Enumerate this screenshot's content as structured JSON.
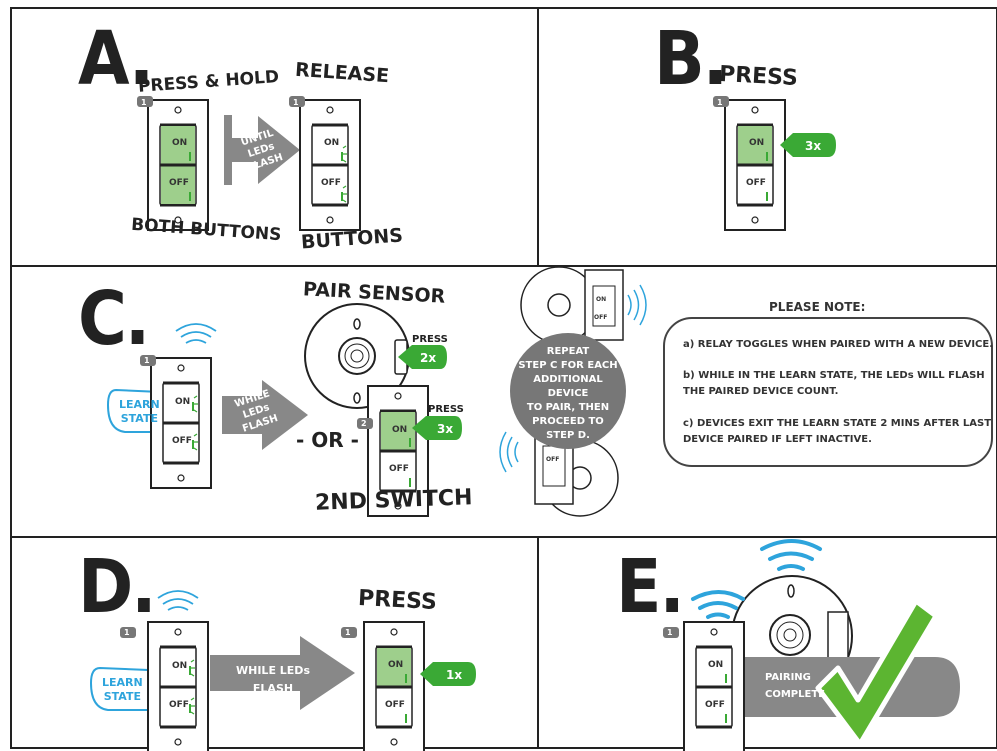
{
  "steps": {
    "a": {
      "letter": "A.",
      "top_label": "PRESS & HOLD",
      "bottom_label": "BOTH BUTTONS",
      "arrow_text": [
        "UNTIL",
        "LEDs",
        "FLASH"
      ],
      "release_top": "RELEASE",
      "release_bottom": "BUTTONS",
      "badge": "1"
    },
    "b": {
      "letter": "B.",
      "top_label": "PRESS",
      "press_count": "3x",
      "badge": "1"
    },
    "c": {
      "letter": "C.",
      "learn": [
        "LEARN",
        "STATE"
      ],
      "arrow_text": [
        "WHILE",
        "LEDs",
        "FLASH"
      ],
      "pair_sensor": "PAIR SENSOR",
      "press": "PRESS",
      "sensor_count": "2x",
      "or": "- OR -",
      "switch_count": "3x",
      "second_switch": "2ND SWITCH",
      "badge1": "1",
      "badge2": "2",
      "repeat_text": [
        "REPEAT",
        "STEP C FOR EACH",
        "ADDITIONAL DEVICE",
        "TO PAIR, THEN",
        "PROCEED TO",
        "STEP D."
      ]
    },
    "d": {
      "letter": "D.",
      "learn": [
        "LEARN",
        "STATE"
      ],
      "arrow_text": [
        "WHILE LEDs",
        "FLASH"
      ],
      "top_label": "PRESS",
      "press_count": "1x",
      "badge": "1"
    },
    "e": {
      "letter": "E.",
      "banner": [
        "PAIRING",
        "COMPLETE"
      ],
      "badge": "1"
    }
  },
  "switch_labels": {
    "on": "ON",
    "off": "OFF"
  },
  "note": {
    "heading": "PLEASE NOTE:",
    "items": [
      "a) RELAY TOGGLES WHEN PAIRED WITH A NEW DEVICE.",
      "b) WHILE IN THE LEARN STATE, THE LEDs WILL FLASH",
      "THE PAIRED DEVICE COUNT.",
      "c) DEVICES EXIT THE LEARN STATE 2 MINS AFTER LAST",
      "DEVICE PAIRED IF LEFT INACTIVE."
    ]
  },
  "colors": {
    "green": "#3aa935",
    "blue": "#2ea4dc",
    "grey": "#777777",
    "light_green": "#9ecf8c",
    "check": "#5cb531"
  }
}
